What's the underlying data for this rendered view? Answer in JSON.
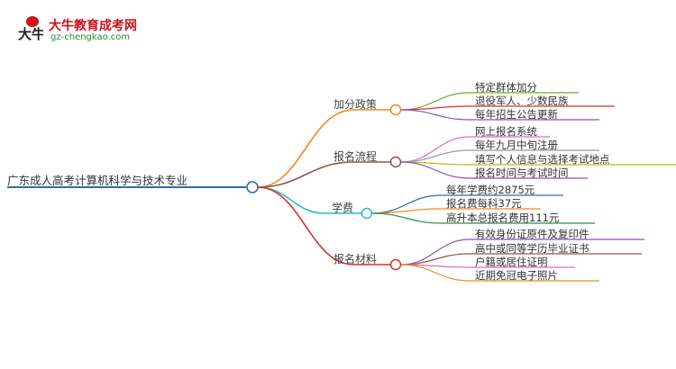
{
  "logo": {
    "mark_text": "大牛",
    "title": "大牛教育成考网",
    "url": "gz-chengkao.com"
  },
  "mindmap": {
    "root": {
      "label": "广东成人高考计算机科学与技术专业",
      "color": "#2e6ea6"
    },
    "branches": [
      {
        "label": "加分政策",
        "color": "#f08a1e",
        "children": [
          {
            "label": "特定群体加分",
            "color": "#6aaa2c"
          },
          {
            "label": "退役军人、少数民族",
            "color": "#d9322b"
          },
          {
            "label": "每年招生公告更新",
            "color": "#8a52b8"
          }
        ]
      },
      {
        "label": "报名流程",
        "color": "#8a5a48",
        "children": [
          {
            "label": "网上报名系统",
            "color": "#e06ab0"
          },
          {
            "label": "每年九月中旬注册",
            "color": "#999999"
          },
          {
            "label": "填写个人信息与选择考试地点",
            "color": "#b8b81e"
          },
          {
            "label": "报名时间与考试时间",
            "color": "#8a52b8"
          }
        ]
      },
      {
        "label": "学费",
        "color": "#2cbcc8",
        "children": [
          {
            "label": "每年学费约2875元",
            "color": "#2e6ea6"
          },
          {
            "label": "报名费每科37元",
            "color": "#f08a1e"
          },
          {
            "label": "高升本总报名费用111元",
            "color": "#2e8a4a"
          }
        ]
      },
      {
        "label": "报名材料",
        "color": "#d9322b",
        "children": [
          {
            "label": "有效身份证原件及复印件",
            "color": "#8a52b8"
          },
          {
            "label": "高中或同等学历毕业证书",
            "color": "#8a5a48"
          },
          {
            "label": "户籍或居住证明",
            "color": "#e06ab0"
          },
          {
            "label": "近期免冠电子照片",
            "color": "#f08a1e"
          }
        ]
      }
    ]
  }
}
